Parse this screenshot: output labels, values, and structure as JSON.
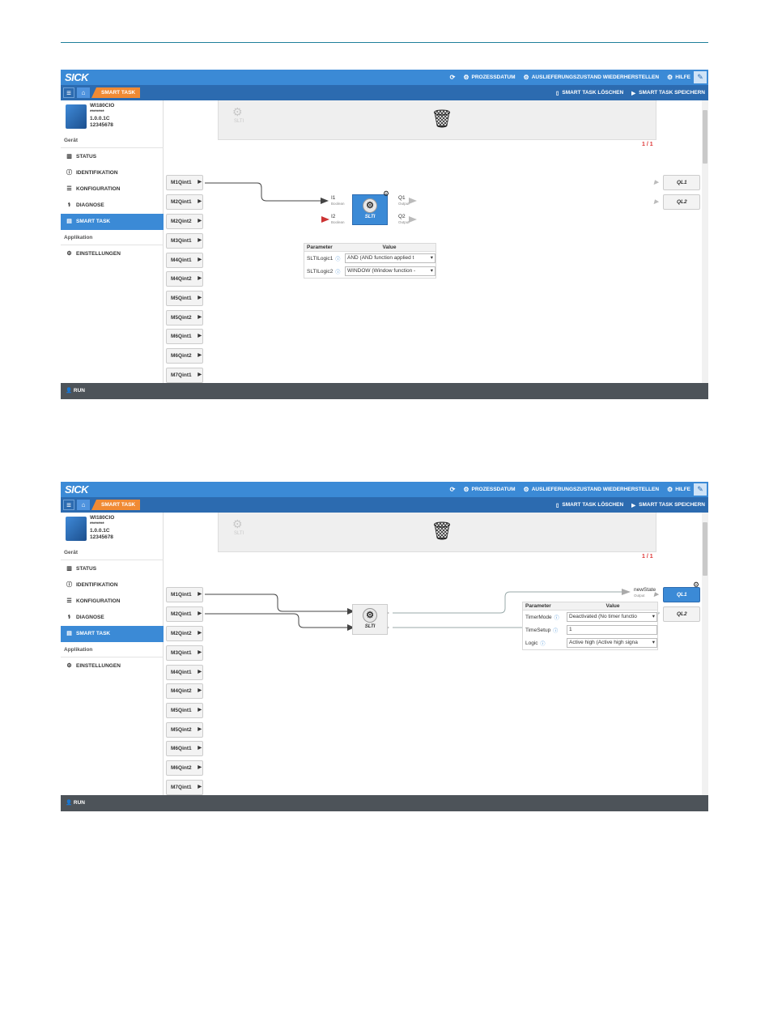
{
  "brand": "SICK",
  "header": {
    "items": [
      {
        "icon": "refresh-icon",
        "label": ""
      },
      {
        "icon": "gears-icon",
        "label": "PROZESSDATUM"
      },
      {
        "icon": "gears-icon",
        "label": "AUSLIEFERUNGSZUSTAND WIEDERHERSTELLEN"
      },
      {
        "icon": "gears-icon",
        "label": "HILFE"
      }
    ]
  },
  "breadcrumb": "SMART TASK",
  "actions": {
    "delete": "SMART TASK LÖSCHEN",
    "save": "SMART TASK SPEICHERN"
  },
  "device": {
    "name": "WI180CIO",
    "serial": "*******",
    "version": "1.0.0.1C",
    "id": "12345678"
  },
  "sidebar": {
    "group1": "Gerät",
    "items": [
      "STATUS",
      "IDENTIFIKATION",
      "KONFIGURATION",
      "DIAGNOSE",
      "SMART TASK"
    ],
    "group2": "Applikation",
    "item_settings": "EINSTELLUNGEN"
  },
  "palette": {
    "block": "SLTI",
    "pager": "1 / 1"
  },
  "inputs": [
    "M1Qint1",
    "M2Qint1",
    "M2Qint2",
    "M3Qint1",
    "M4Qint1",
    "M4Qint2",
    "M5Qint1",
    "M5Qint2",
    "M6Qint1",
    "M6Qint2",
    "M7Qint1"
  ],
  "outputs": [
    "QL1",
    "QL2"
  ],
  "footer": "RUN",
  "screen1": {
    "block": "SLTI",
    "ports_in": [
      {
        "name": "I1",
        "type": "Boolean"
      },
      {
        "name": "I2",
        "type": "Boolean"
      }
    ],
    "ports_out": [
      {
        "name": "Q1",
        "type": "Output"
      },
      {
        "name": "Q2",
        "type": "Output"
      }
    ],
    "table": {
      "col1": "Parameter",
      "col2": "Value",
      "rows": [
        {
          "name": "SLTILogic1",
          "value": "AND (AND function applied t"
        },
        {
          "name": "SLTILogic2",
          "value": "WINDOW (Window function -"
        }
      ]
    }
  },
  "screen2": {
    "block": "SLTI",
    "port_out": {
      "name": "newState",
      "type": "Output"
    },
    "table": {
      "col1": "Parameter",
      "col2": "Value",
      "rows": [
        {
          "name": "TimerMode",
          "value": "Deactivated (No timer functio"
        },
        {
          "name": "TimeSetup",
          "value": "1"
        },
        {
          "name": "Logic",
          "value": "Active high (Active high signa"
        }
      ]
    }
  }
}
